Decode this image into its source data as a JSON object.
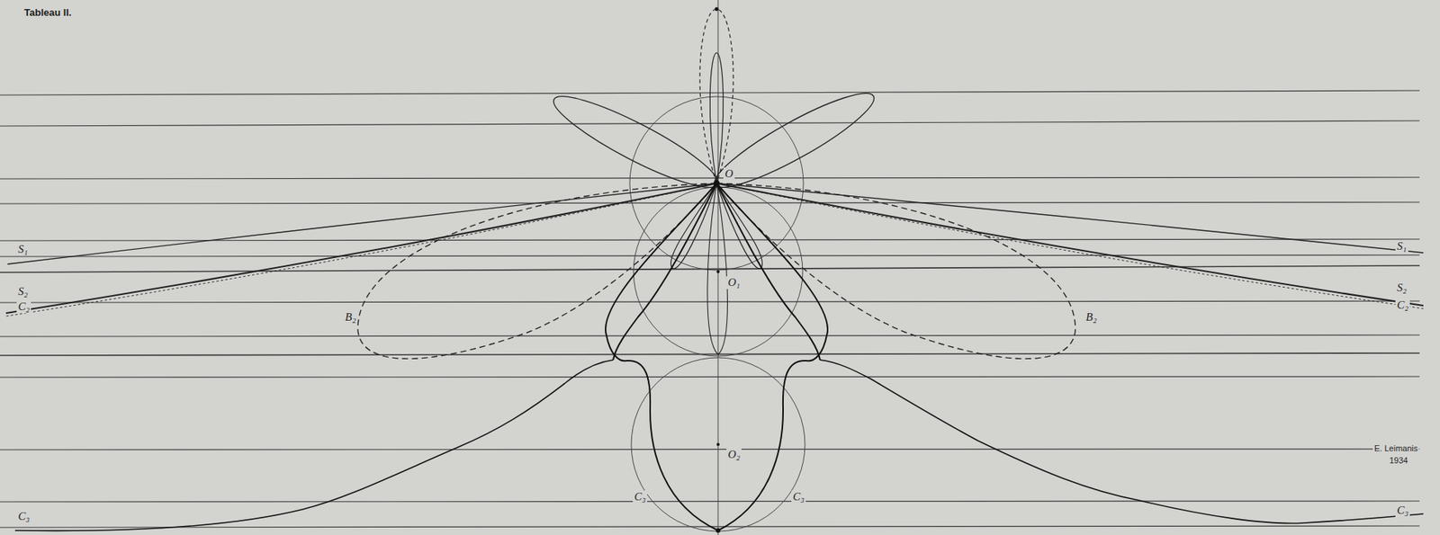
{
  "diagram": {
    "labels": [
      "Tableau II.",
      "O",
      "O₁",
      "O₂",
      "S₁",
      "S₁",
      "S₂",
      "C₂",
      "S₂",
      "C₂",
      "B₂",
      "B₂",
      "C₃",
      "C₃",
      "C₃",
      "C₃",
      "E. Leimanis",
      "1934"
    ]
  }
}
